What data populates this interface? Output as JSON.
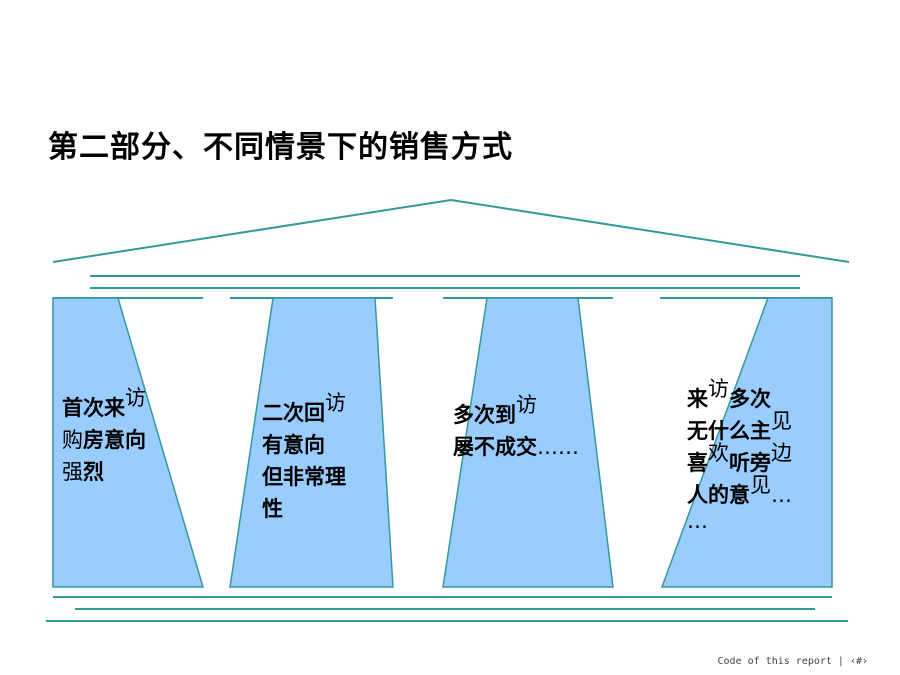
{
  "title": "第二部分、不同情景下的销售方式",
  "colors": {
    "pillar_fill": "#99ccff",
    "line_teal": "#339999",
    "text": "#000000"
  },
  "pillars": [
    {
      "line1_bold": "首次来",
      "line1_sup": "访",
      "line2_normal": "购",
      "line2_bold": "房意向",
      "line3_normal": "强",
      "line3_bold": "烈"
    },
    {
      "line1_bold": "二次回",
      "line1_sup": "访",
      "line2_bold": "有意向",
      "line3_bold": "但非常理",
      "line4_bold": "性"
    },
    {
      "line1_bold": "多次到",
      "line1_sup": "访",
      "line2_bold": "屡不成交",
      "line2_normal": "……"
    },
    {
      "line1_bold_a": "来",
      "line1_sup": "访",
      "line1_bold_b": "多次",
      "line2_bold": "无什么主",
      "line2_sup": "见",
      "line3_bold_a": "喜",
      "line3_sup": "欢",
      "line3_bold_b": "听旁",
      "line3_normal": "边",
      "line4_bold": "人的意",
      "line4_sup": "见",
      "line4_normal": "…",
      "line5_normal": "…"
    }
  ],
  "footer": {
    "code": "Code of this report",
    "sep": "|",
    "page": "‹#›"
  }
}
